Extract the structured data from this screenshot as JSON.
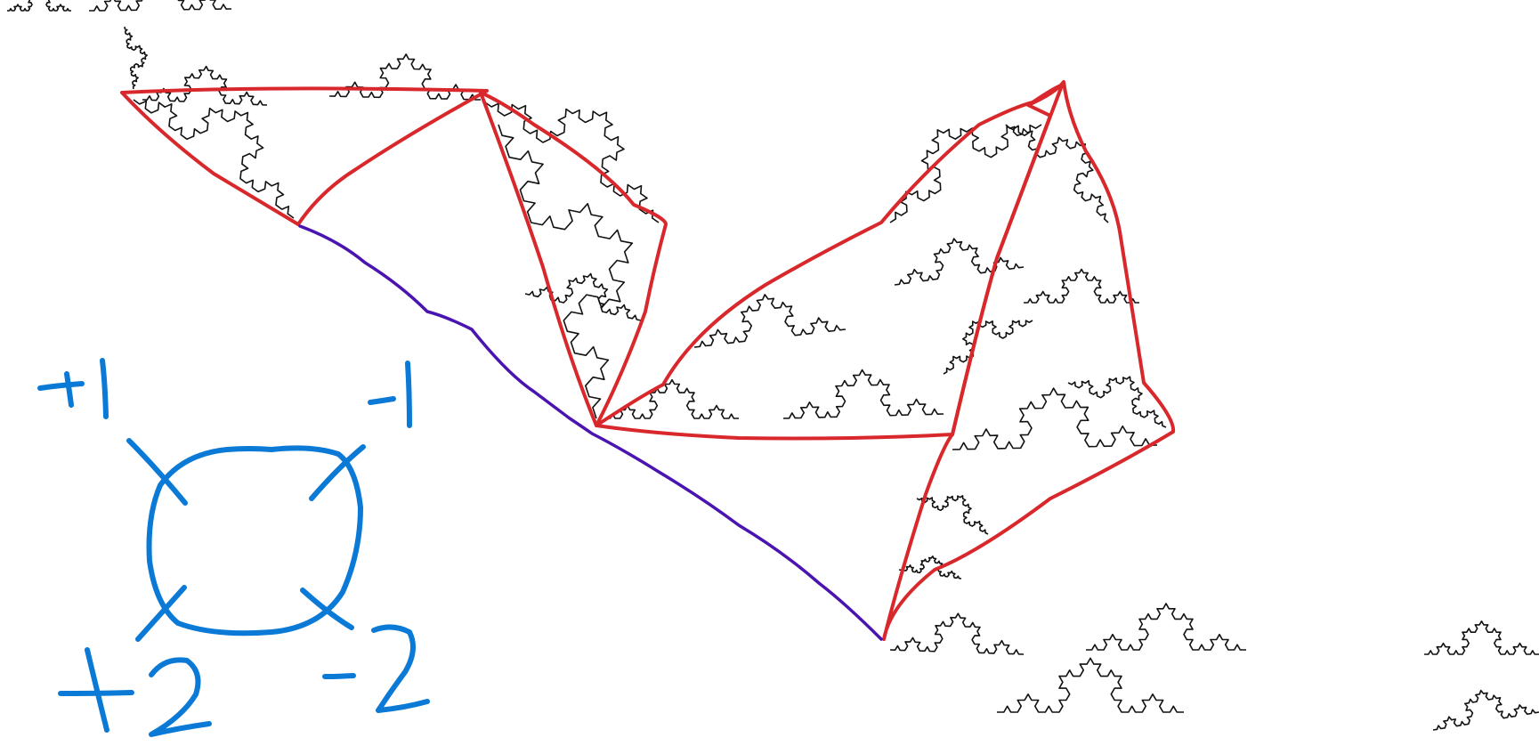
{
  "colors": {
    "background": "#ffffff",
    "fractal": "#111111",
    "triangle_outline": "#d9282c",
    "path": "#4a14b0",
    "annotation": "#0a7ad6"
  },
  "labels": {
    "top_left": "+1",
    "top_right": "-1",
    "bottom_left": "+2",
    "bottom_right": "-2"
  }
}
